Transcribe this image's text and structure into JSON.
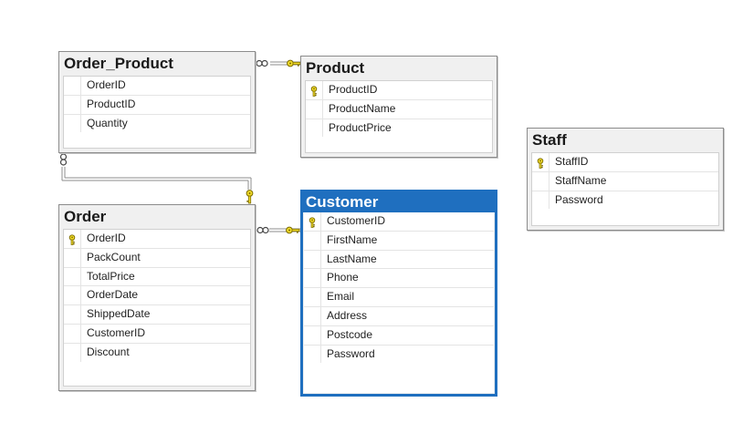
{
  "tables": {
    "order_product": {
      "name": "Order_Product",
      "columns": [
        {
          "name": "OrderID",
          "key": false
        },
        {
          "name": "ProductID",
          "key": false
        },
        {
          "name": "Quantity",
          "key": false
        }
      ]
    },
    "product": {
      "name": "Product",
      "columns": [
        {
          "name": "ProductID",
          "key": true
        },
        {
          "name": "ProductName",
          "key": false
        },
        {
          "name": "ProductPrice",
          "key": false
        }
      ]
    },
    "staff": {
      "name": "Staff",
      "columns": [
        {
          "name": "StaffID",
          "key": true
        },
        {
          "name": "StaffName",
          "key": false
        },
        {
          "name": "Password",
          "key": false
        }
      ]
    },
    "order": {
      "name": "Order",
      "columns": [
        {
          "name": "OrderID",
          "key": true
        },
        {
          "name": "PackCount",
          "key": false
        },
        {
          "name": "TotalPrice",
          "key": false
        },
        {
          "name": "OrderDate",
          "key": false
        },
        {
          "name": "ShippedDate",
          "key": false
        },
        {
          "name": "CustomerID",
          "key": false
        },
        {
          "name": "Discount",
          "key": false
        }
      ]
    },
    "customer": {
      "name": "Customer",
      "selected": true,
      "columns": [
        {
          "name": "CustomerID",
          "key": true
        },
        {
          "name": "FirstName",
          "key": false
        },
        {
          "name": "LastName",
          "key": false
        },
        {
          "name": "Phone",
          "key": false
        },
        {
          "name": "Email",
          "key": false
        },
        {
          "name": "Address",
          "key": false
        },
        {
          "name": "Postcode",
          "key": false
        },
        {
          "name": "Password",
          "key": false
        }
      ]
    }
  },
  "relationships": [
    {
      "from": "Order_Product",
      "to": "Product",
      "many_side": "Order_Product",
      "one_side": "Product"
    },
    {
      "from": "Order_Product",
      "to": "Order",
      "many_side": "Order_Product",
      "one_side": "Order"
    },
    {
      "from": "Order",
      "to": "Customer",
      "many_side": "Order",
      "one_side": "Customer"
    }
  ],
  "colors": {
    "selection": "#1f6fbf",
    "key": "#e8d21f",
    "connector": "#8c8c8c"
  },
  "icons": {
    "primary_key": "key-icon",
    "many_end": "infinity-icon",
    "one_end": "key-icon"
  }
}
